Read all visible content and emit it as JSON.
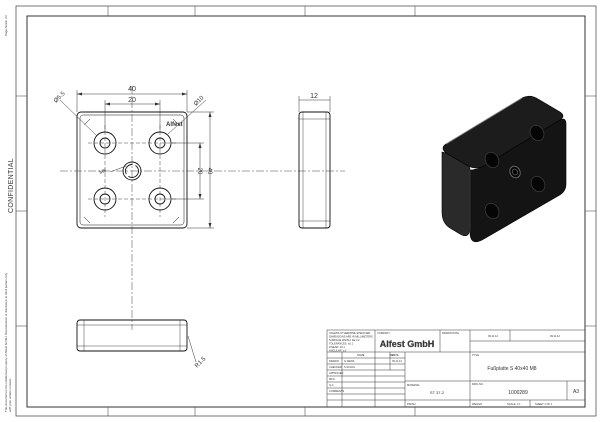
{
  "sheet": {
    "confidential": "CONFIDENTIAL",
    "page_scale_note": "Page-Scale: A3",
    "legal_notice": "This document is the intellectual property of Alfest GmbH. Reproduction or disclosure to third parties only with prior written consent."
  },
  "dimensions": {
    "width_overall": "40",
    "hole_pitch": "20",
    "thickness": "12",
    "height_a": "20",
    "height_b": "40",
    "hole_dia": "Ø5.5",
    "counterbore_dia": "Ø10",
    "thread": "M8",
    "edge_radius": "R1.5"
  },
  "labels": {
    "engraving": "Alfest"
  },
  "title_block": {
    "general_tolerance_notes": [
      "UNLESS OTHERWISE SPECIFIED:",
      "DIMENSIONS ARE IN MILLIMETERS",
      "SURFACE FINISH: Ra 3.2",
      "TOLERANCES: ±0.1",
      "LINEAR: ±0.1",
      "ANGULAR: ±1°"
    ],
    "company_label": "COMPANY",
    "company_name": "Alfest GmbH",
    "rev_header": "REV",
    "date_header": "DATE",
    "name_header": "NAME",
    "drawn_label": "DRAWN",
    "drawn_value": "G.WENK",
    "drawn_date": "09.11.12",
    "checked_label": "CHECKED",
    "checked_value": "S.SCHUL",
    "approved_label": "APPROVED",
    "mfg_label": "MFG",
    "qa_label": "Q.A",
    "comments_label": "COMMENTS",
    "material_label": "MATERIAL",
    "material_value": "ST 37-2",
    "finish_label": "FINISH",
    "weight_label": "WEIGHT",
    "title_label": "TITLE",
    "title_value": "Fußplatte S 40x40 M8",
    "dwg_no_label": "DWG NO.",
    "dwg_no_value": "1000289",
    "size_value": "A3",
    "scale_label": "SCALE: 1:1",
    "sheet_label": "SHEET 1 OF 1",
    "drawn_with_label": "DRAWN WITH",
    "date_value": "09.11.12",
    "revision_value": "09.11.12"
  }
}
